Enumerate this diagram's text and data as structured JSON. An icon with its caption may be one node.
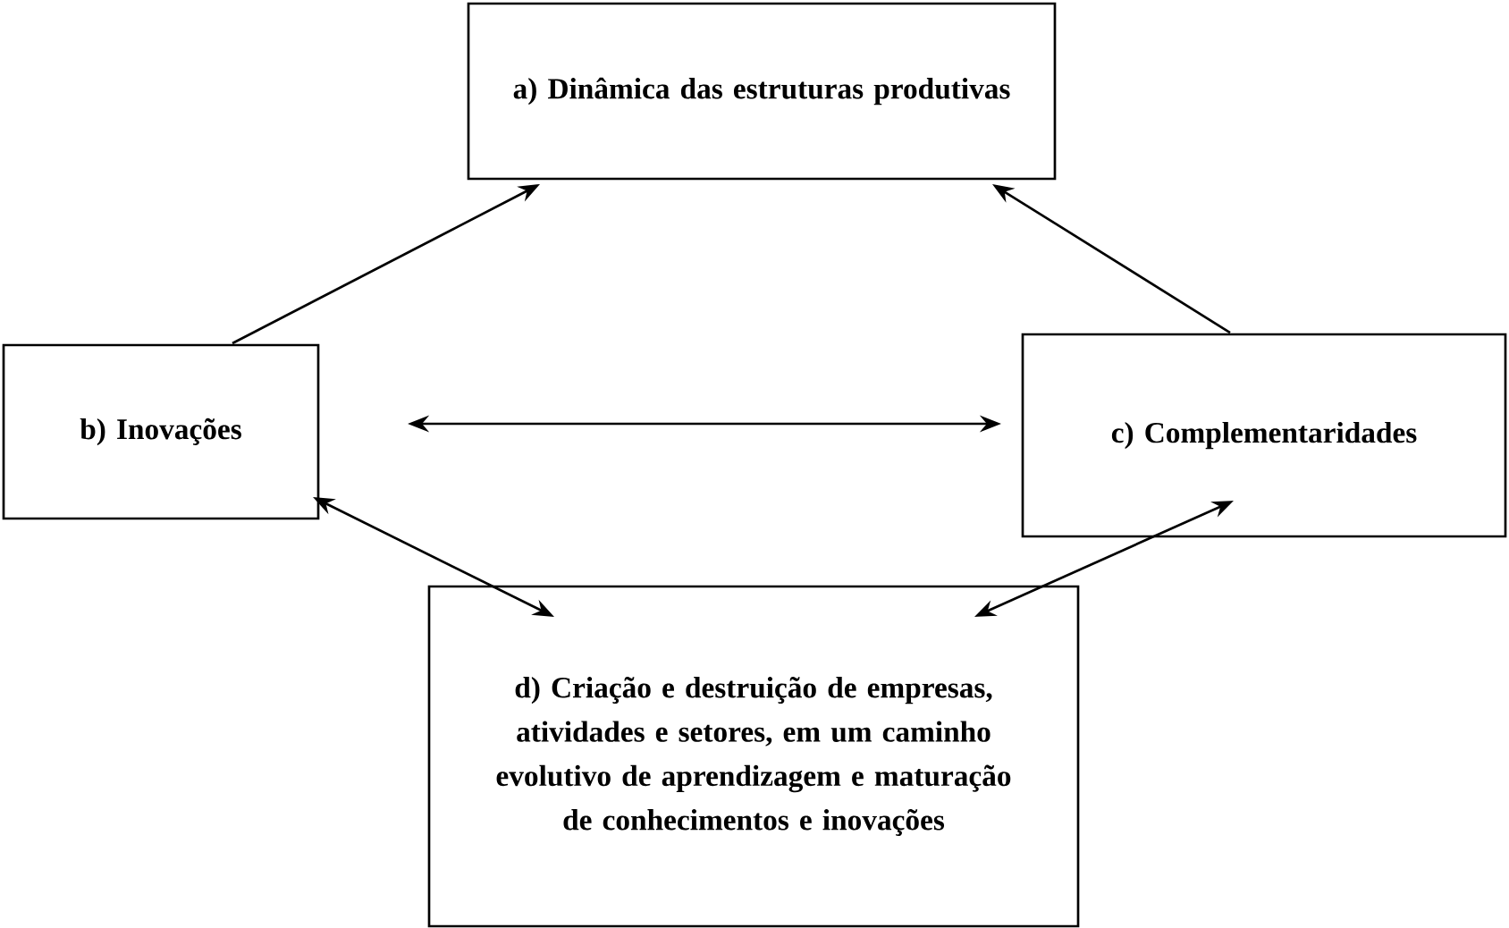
{
  "diagram": {
    "nodes": [
      {
        "text": [
          "a) Dinâmica das estruturas produtivas"
        ]
      },
      {
        "text": [
          "b) Inovações"
        ]
      },
      {
        "text": [
          "c) Complementaridades"
        ]
      },
      {
        "text": [
          "d) Criação e destruição de empresas, atividades e setores, em um caminho evolutivo de aprendizagem e maturação de conhecimentos e inovações"
        ]
      }
    ],
    "edges": [
      {
        "from": 1,
        "to": 0,
        "arrow": "to"
      },
      {
        "from": 2,
        "to": 0,
        "arrow": "to"
      },
      {
        "from": 1,
        "to": 2,
        "arrow": "both"
      },
      {
        "from": 1,
        "to": 3,
        "arrow": "both"
      },
      {
        "from": 2,
        "to": 3,
        "arrow": "both"
      }
    ]
  }
}
